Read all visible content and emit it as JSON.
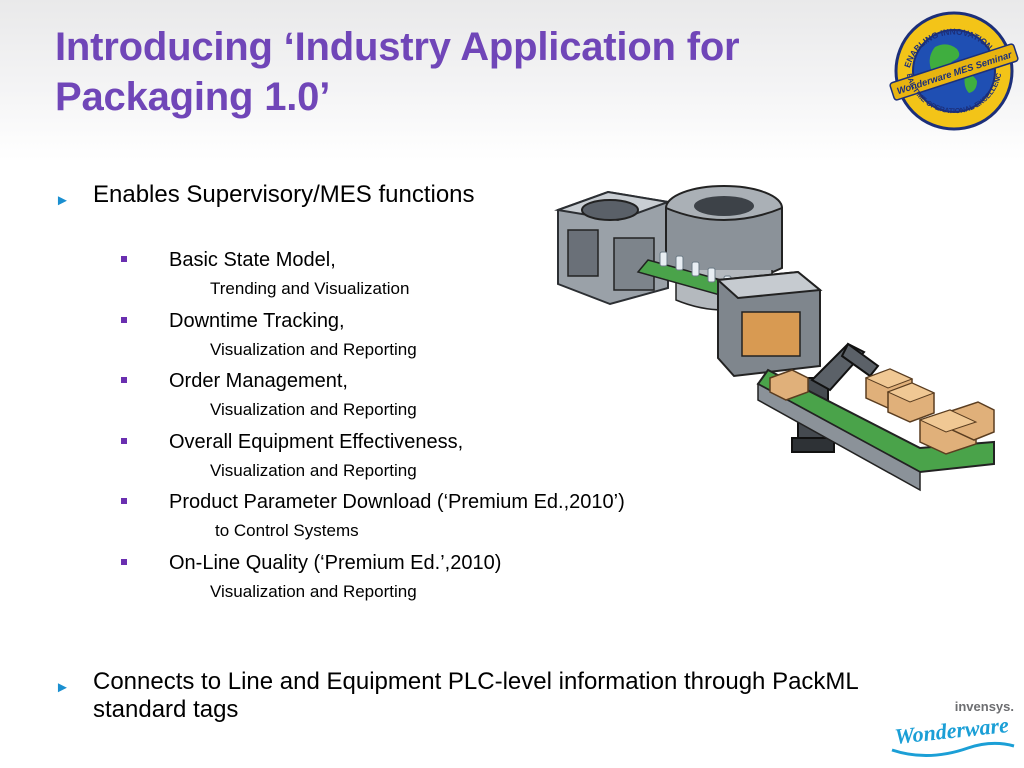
{
  "slide": {
    "title": "Introducing ‘Industry Application for Packaging 1.0’",
    "bullets": [
      {
        "text": "Enables Supervisory/MES functions"
      },
      {
        "text": "Connects to Line and Equipment PLC-level information through PackML standard tags"
      }
    ],
    "sub_items": [
      {
        "main": "Basic State Model,",
        "note": "Trending and Visualization"
      },
      {
        "main": "Downtime Tracking,",
        "note": "Visualization and Reporting"
      },
      {
        "main": "Order Management,",
        "note": "Visualization and Reporting"
      },
      {
        "main": "Overall Equipment Effectiveness,",
        "note": "Visualization and Reporting"
      },
      {
        "main": "Product Parameter Download (‘Premium Ed.,2010’)",
        "note": "to Control Systems"
      },
      {
        "main": "On-Line Quality (‘Premium Ed.’,2010)",
        "note": "Visualization and Reporting"
      }
    ]
  },
  "seal": {
    "top_text": "ENABLING INNOVATION FOR",
    "banner_text": "Wonderware MES Seminar",
    "bottom_text": "REAL-TIME OPERATIONAL EXCELLENCE"
  },
  "brand": {
    "parent": "invensys.",
    "name": "Wonderware"
  },
  "colors": {
    "title": "#7046b8",
    "arrow": "#1a8fd0",
    "square_bullet": "#6a2fb0",
    "brand": "#1b9fd6"
  }
}
